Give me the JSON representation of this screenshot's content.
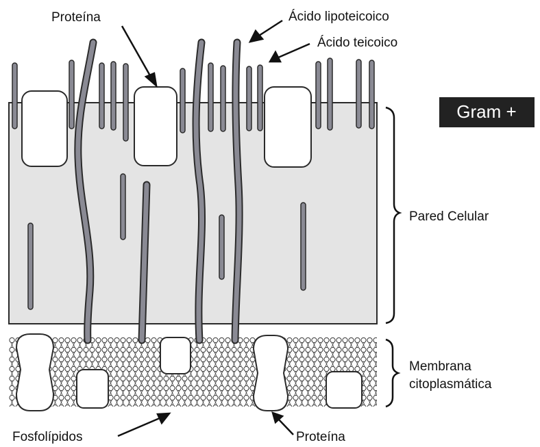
{
  "labels": {
    "protein_top": "Proteína",
    "lipoteichoic_acid": "Ácido lipoteicoico",
    "teichoic_acid": "Ácido teicoico",
    "cell_wall": "Pared Celular",
    "membrane_line1": "Membrana",
    "membrane_line2": "citoplasmática",
    "phospholipids": "Fosfolípidos",
    "protein_bottom": "Proteína"
  },
  "badge": {
    "text": "Gram +"
  },
  "colors": {
    "wall_fill": "#e4e4e4",
    "polymer": "#8a8a94",
    "outline": "#2a2a2a",
    "badge_bg": "#222222"
  }
}
